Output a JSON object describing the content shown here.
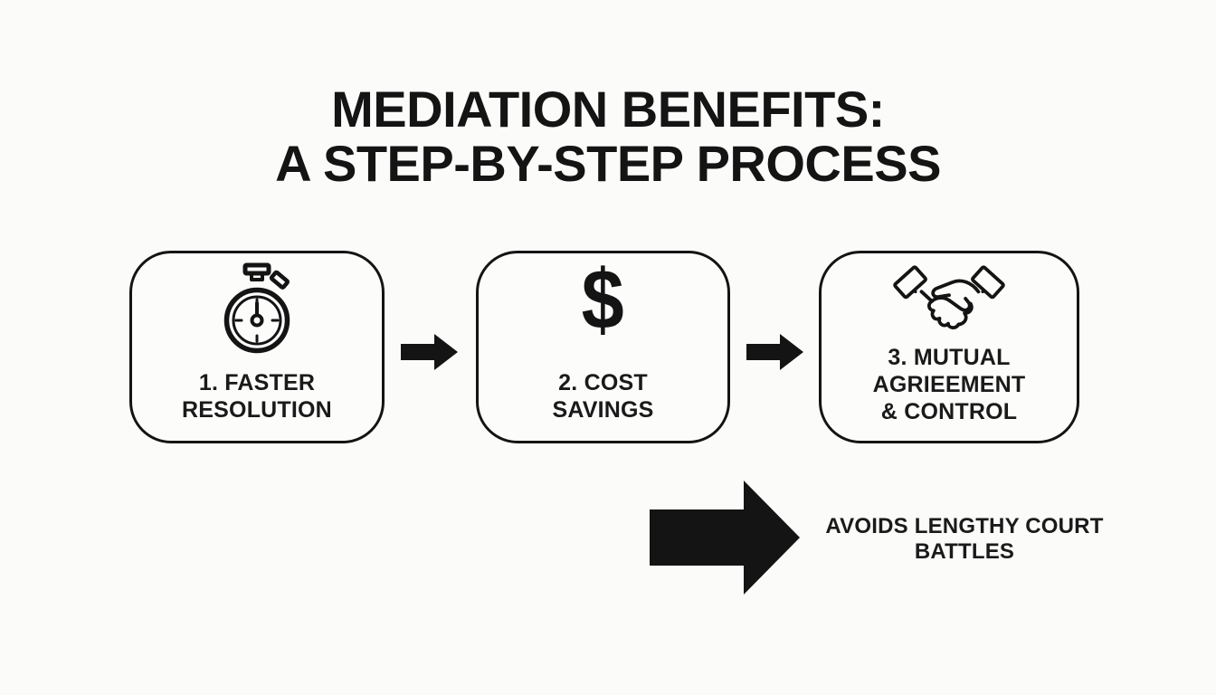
{
  "meta": {
    "background_color": "#fbfbfa",
    "ink_color": "#141414"
  },
  "title": {
    "line1": "MEDIATION BENEFITS:",
    "line2": "A STEP-BY-STEP PROCESS"
  },
  "steps": [
    {
      "icon": "stopwatch-icon",
      "lines": [
        "1. FASTER",
        "RESOLUTION"
      ]
    },
    {
      "icon": "dollar-icon",
      "dollar_glyph": "$",
      "lines": [
        "2. COST",
        "SAVINGS"
      ]
    },
    {
      "icon": "handshake-icon",
      "lines": [
        "3. MUTUAL",
        "AGRIEEMENT",
        "& CONTROL"
      ]
    }
  ],
  "callout": {
    "lines": [
      "AVOIDS LENGTHY COURT",
      "BATTLES"
    ]
  }
}
